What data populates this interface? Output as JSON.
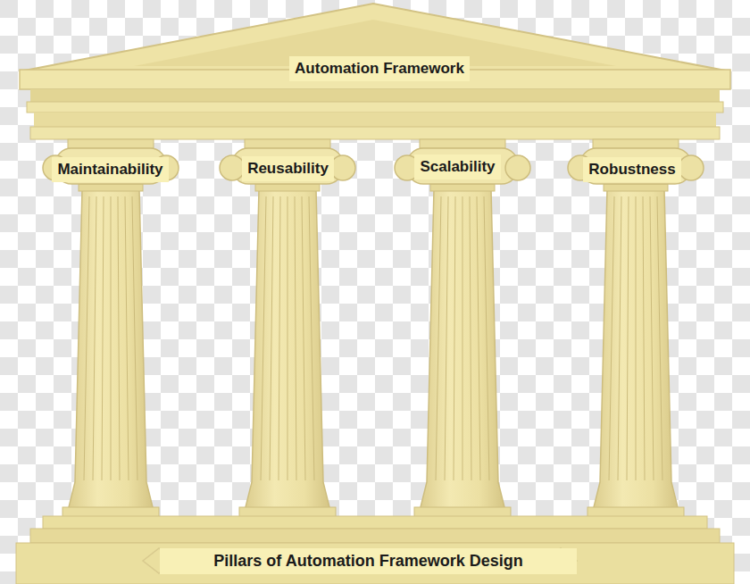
{
  "diagram": {
    "nodes": [
      {
        "text": [
          "Automation Framework"
        ]
      },
      {
        "text": [
          "Maintainability"
        ]
      },
      {
        "text": [
          "Reusability"
        ]
      },
      {
        "text": [
          "Scalability"
        ]
      },
      {
        "text": [
          "Robustness"
        ]
      },
      {
        "text": [
          "Pillars of Automation Framework Design"
        ]
      }
    ]
  }
}
